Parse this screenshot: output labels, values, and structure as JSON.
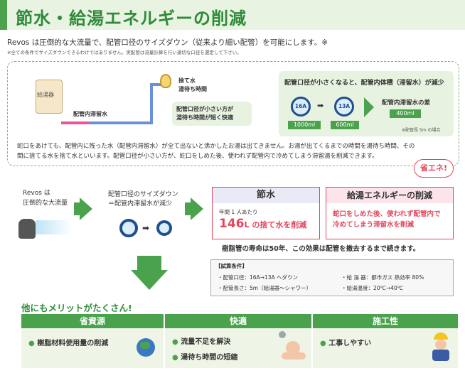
{
  "title": "節水・給湯エネルギーの削減",
  "intro": "Revos は圧倒的な大流量で、配管口径のサイズダウン（従来より細い配管）を可能にします。※",
  "note": "※全ての条件でサイズダウンできるわけではありません。実配管は流量計算を行い適切な口径を選定して下さい。",
  "diagram": {
    "heater_label": "給湯器",
    "pipe_label": "配管内滞留水",
    "wait_label_1": "捨て水",
    "wait_label_2": "湯待ち時間",
    "callout_1": "配管口径が小さい方が",
    "callout_2": "湯待ち時間が短く快適",
    "green_title": "配管口径が小さくなると、配管内体積（滞留水）が減少",
    "pipe_16a": "16A",
    "pipe_13a": "13A",
    "vol_16a": "1000ml",
    "vol_13a": "600ml",
    "diff_label": "配管内滞留水の差",
    "diff_value": "400ml",
    "length_note": "※配管長 5m の場合"
  },
  "paragraph_1": "蛇口をあけても、配管内に残った水（配管内滞留水）が全て出ないと沸かしたお湯は出てきません。お湯が出てくるまでの時間を湯待ち時間、その",
  "paragraph_2": "間に捨てる水を捨て水といいます。配管口径が小さい方が、蛇口をしめた後、使われず配管内で冷めてしまう滞留湯を削減できます。",
  "bubble": "省エネ!",
  "flow": {
    "revos_1": "Revos は",
    "revos_2": "圧倒的な大流量",
    "step_1": "配管口径のサイズダウン",
    "step_2": "＝配管内滞留水が減少"
  },
  "saving": {
    "header": "節水",
    "sub": "年間 1 人あたり",
    "main_num": "146",
    "main_unit": "L",
    "main_text": " の捨て水を削減"
  },
  "energy": {
    "header": "給湯エネルギーの削減",
    "line_1": "蛇口をしめた後、使われず配管内で",
    "line_2": "冷めてしまう滞留水を削減"
  },
  "lifespan": "樹脂管の寿命は50年、この効果は配管を撤去するまで続きます。",
  "conditions": {
    "title": "【試算条件】",
    "c1": "・配管口径：16A→13A ヘダウン",
    "c2": "・配管長さ：5m（給湯器～シャワー）",
    "c3": "・給 湯 器：都市ガス 熱効率 80%",
    "c4": "・給湯温度：20℃→40℃"
  },
  "merit": "他にもメリットがたくさん!",
  "columns": [
    {
      "header": "省資源",
      "items": [
        "樹脂材料使用量の削減"
      ]
    },
    {
      "header": "快適",
      "items": [
        "流量不足を解決",
        "湯待ち時間の短縮"
      ]
    },
    {
      "header": "施工性",
      "items": [
        "工事しやすい"
      ]
    }
  ],
  "colors": {
    "green": "#4aa34c",
    "pink": "#e2475e",
    "blue": "#1f4f8f"
  }
}
